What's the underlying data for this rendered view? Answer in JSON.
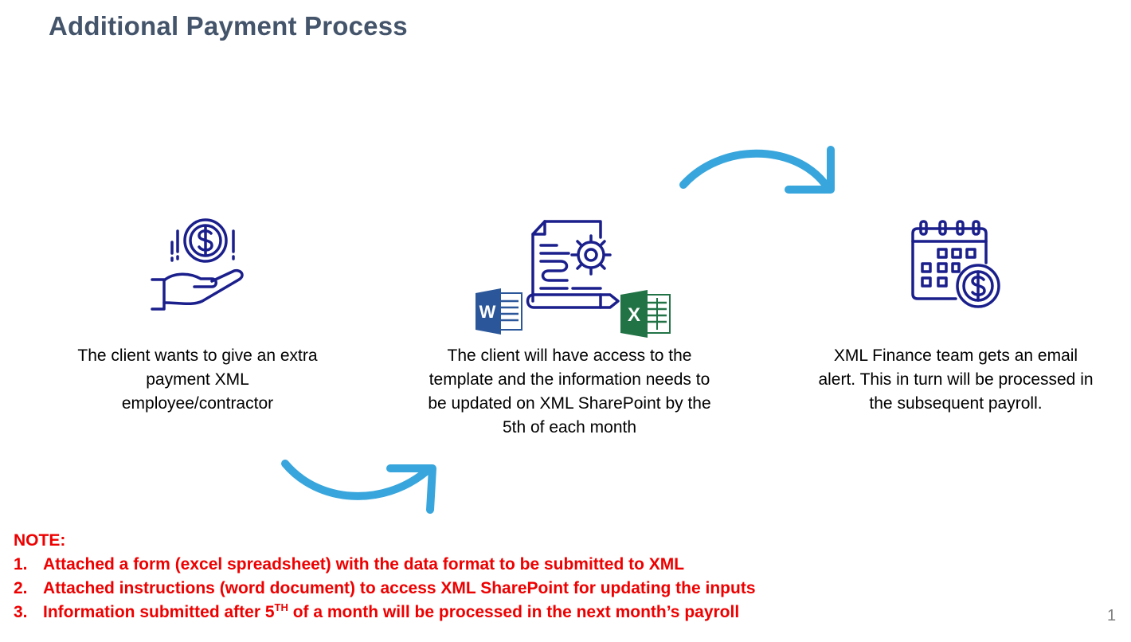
{
  "title": "Additional Payment Process",
  "steps": [
    {
      "text": [
        "The client wants to give an extra",
        "payment XML",
        "employee/contractor"
      ],
      "icon": "hand-holding-dollar-icon"
    },
    {
      "text": [
        "The client will have access to the",
        "template and the information needs to",
        "be updated on XML SharePoint by the",
        "5th of each month"
      ],
      "icon": "document-settings-icon"
    },
    {
      "text": [
        "XML Finance team gets an email",
        "alert. This in turn will be processed in",
        "the subsequent payroll."
      ],
      "icon": "calendar-dollar-icon"
    }
  ],
  "app_logos": {
    "word": {
      "letter": "W",
      "color": "#2b579a",
      "icon": "word-icon"
    },
    "excel": {
      "letter": "X",
      "color": "#217346",
      "icon": "excel-icon"
    }
  },
  "note": {
    "heading": "NOTE:",
    "items": [
      {
        "num": "1.",
        "text": "Attached a form (excel spreadsheet) with the data format to be submitted to XML"
      },
      {
        "num": "2.",
        "text": "Attached instructions (word document) to access XML SharePoint for updating the inputs"
      },
      {
        "num": "3.",
        "text_before": "Information submitted after 5",
        "sup": "TH",
        "text_after": " of a month will be processed in the next month’s payroll"
      }
    ]
  },
  "page_number": "1",
  "colors": {
    "title": "#44546a",
    "icon": "#1a1f8c",
    "arrow": "#38a6dc",
    "note": "#ee0000",
    "word": "#2b579a",
    "excel": "#217346"
  }
}
